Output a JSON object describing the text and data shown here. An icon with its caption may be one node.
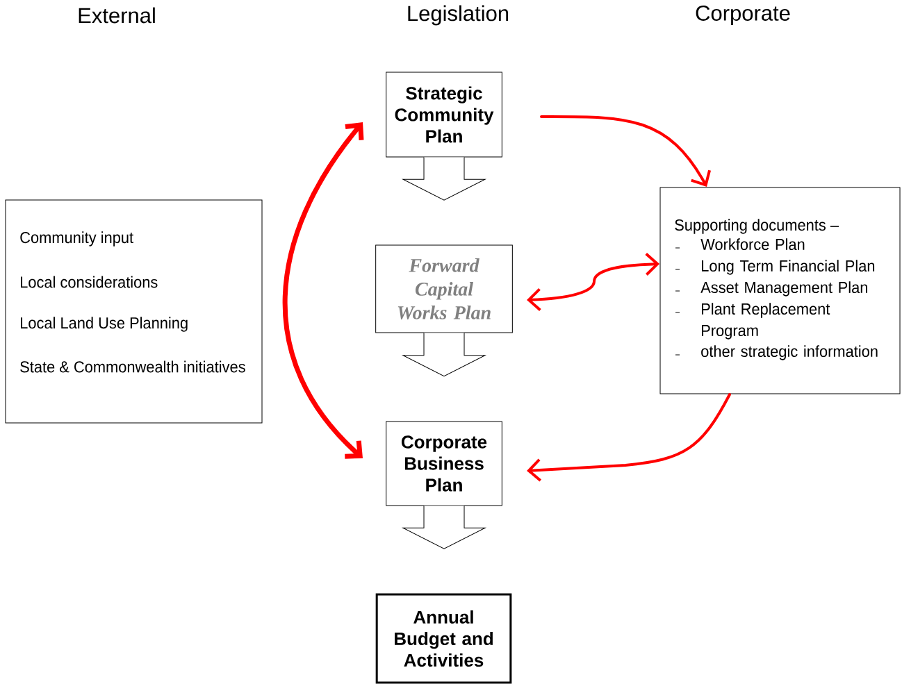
{
  "diagram": {
    "nodes": [
      {
        "text": [
          "Strategic Community Plan"
        ]
      },
      {
        "text": [
          "Forward Capital Works Plan"
        ]
      },
      {
        "text": [
          "Corporate Business Plan"
        ]
      },
      {
        "text": [
          "Annual Budget and Activities"
        ]
      },
      {
        "text": [
          "Community input",
          "Local considerations",
          "Local Land Use Planning",
          "State & Commonwealth initiatives"
        ]
      },
      {
        "text": [
          "Supporting documents –",
          "Workforce Plan",
          "Long Term Financial Plan",
          "Asset Management Plan",
          "Plant Replacement Program",
          "other strategic information"
        ]
      }
    ],
    "edges": [
      {
        "from": 0,
        "to": 1,
        "arrow": "to",
        "color": "#000000"
      },
      {
        "from": 1,
        "to": 2,
        "arrow": "to",
        "color": "#000000"
      },
      {
        "from": 2,
        "to": 3,
        "arrow": "to",
        "color": "#000000"
      },
      {
        "from": 0,
        "to": 2,
        "arrow": "both",
        "color": "#ff0000"
      },
      {
        "from": 0,
        "to": 5,
        "arrow": "to",
        "color": "#ff0000"
      },
      {
        "from": 5,
        "to": 1,
        "arrow": "both",
        "color": "#ff0000"
      },
      {
        "from": 5,
        "to": 2,
        "arrow": "to",
        "color": "#ff0000"
      }
    ],
    "labels": [
      "External",
      "Legislation",
      "Corporate"
    ]
  }
}
